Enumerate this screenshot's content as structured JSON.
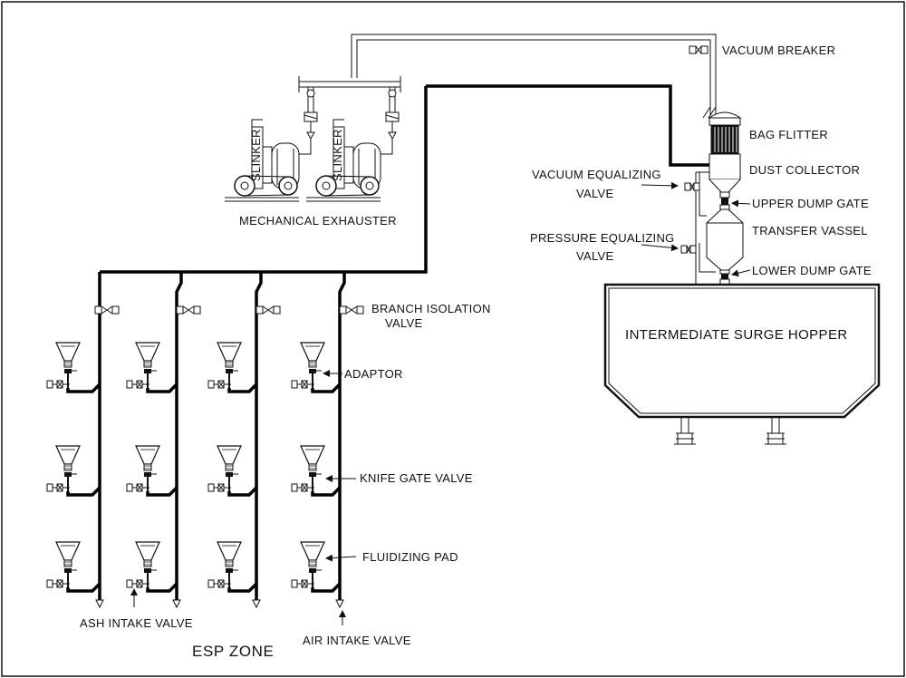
{
  "labels": {
    "vacuum_breaker": "VACUUM BREAKER",
    "bag_filter": "BAG FLITTER",
    "dust_collector": "DUST COLLECTOR",
    "vacuum_equalizing_1": "VACUUM EQUALIZING",
    "vacuum_equalizing_2": "VALVE",
    "upper_dump_gate": "UPPER DUMP GATE",
    "transfer_vessel": "TRANSFER VASSEL",
    "pressure_equalizing_1": "PRESSURE EQUALIZING",
    "pressure_equalizing_2": "VALVE",
    "lower_dump_gate": "LOWER DUMP GATE",
    "mechanical_exhauster": "MECHANICAL EXHAUSTER",
    "exhauster_brand": "SLINKER",
    "branch_isolation_1": "BRANCH ISOLATION",
    "branch_isolation_2": "VALVE",
    "intermediate_surge_hopper": "INTERMEDIATE SURGE HOPPER",
    "adaptor": "ADAPTOR",
    "knife_gate_valve": "KNIFE GATE VALVE",
    "fluidizing_pad": "FLUIDIZING PAD",
    "ash_intake_valve": "ASH INTAKE VALVE",
    "air_intake_valve": "AIR INTAKE VALVE",
    "esp_zone": "ESP ZONE"
  },
  "diagram": {
    "branch_columns": 4,
    "hopper_rows": 3
  }
}
